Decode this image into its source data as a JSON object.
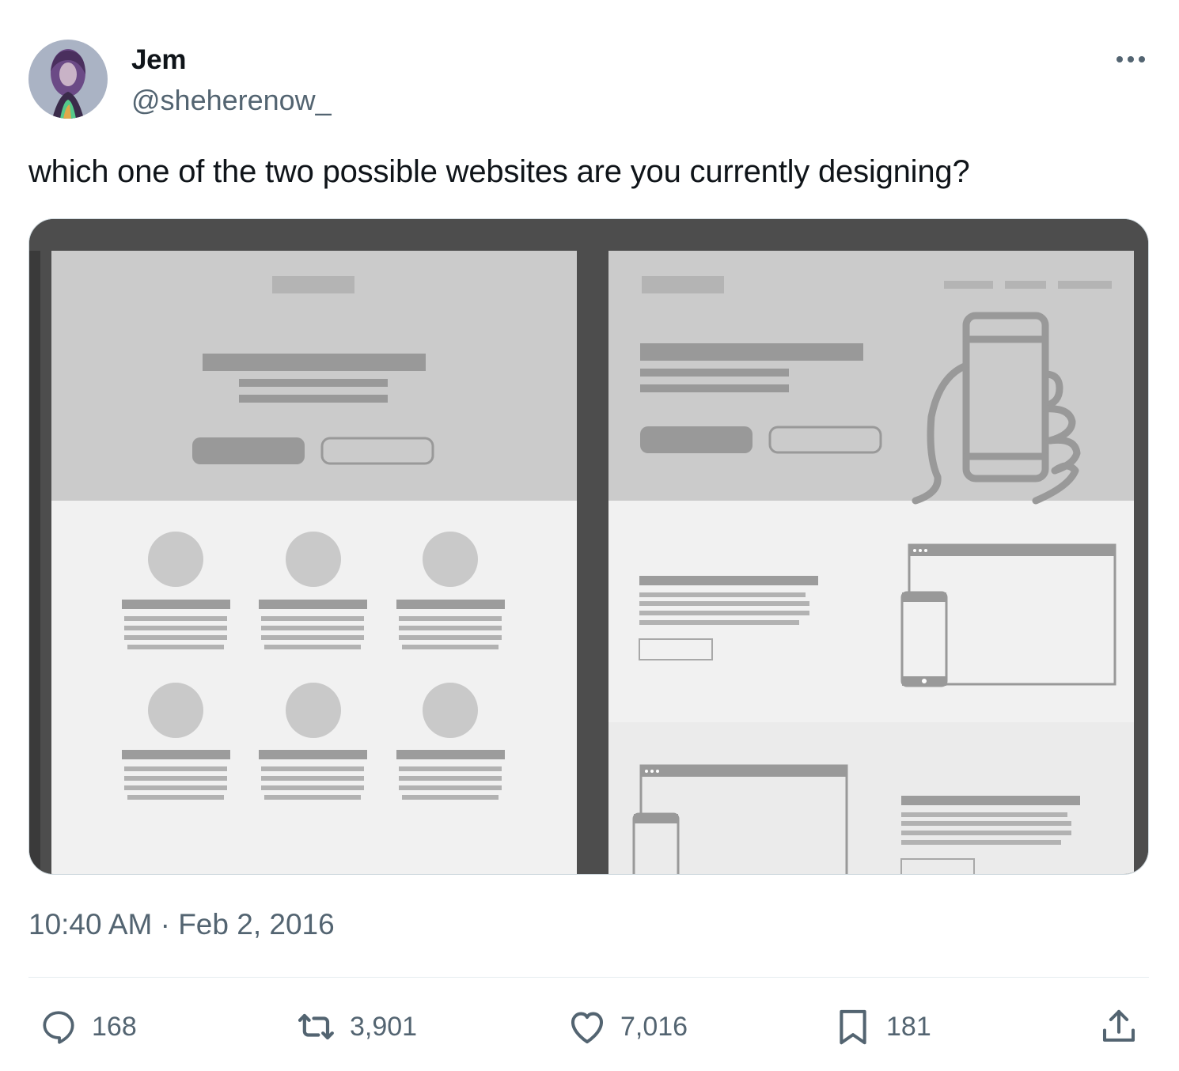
{
  "author": {
    "name": "Jem",
    "handle": "@sheherenow_",
    "avatar_icon": "profile-avatar"
  },
  "menu_icon": "more-horizontal-icon",
  "tweet": {
    "text": "which one of the two possible websites are you currently designing?",
    "timestamp": "10:40 AM · Feb 2, 2016"
  },
  "media": {
    "description_icon": "two-website-wireframes-image"
  },
  "actions": {
    "replies": "168",
    "retweets": "3,901",
    "likes": "7,016",
    "bookmarks": "181"
  },
  "colors": {
    "text_primary": "#0f1419",
    "text_secondary": "#536471",
    "divider": "#e6ecf0"
  }
}
